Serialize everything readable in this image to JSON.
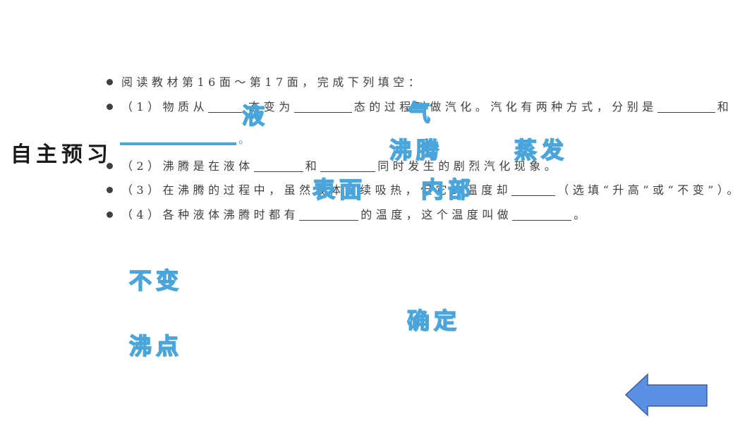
{
  "slide": {
    "title": "自主预习",
    "intro": "阅读教材第16面～第17面，完成下列填空：",
    "q1": {
      "t1": "（1）物质从",
      "t2": "态变为",
      "t3": "态的过程叫做汽化。汽化有两种方式，分别是",
      "t4": "和",
      "t5": "。"
    },
    "q2": {
      "t1": "（2）沸腾是在液体",
      "t2": "和",
      "t3": "同时发生的剧烈汽化现象。"
    },
    "q3": {
      "t1": "（3）在沸腾的过程中，虽然液体继续吸热，但它的温度却",
      "t2": "（选填“升高”或“不变”）。"
    },
    "q4": {
      "t1": "（4）各种液体沸腾时都有",
      "t2": "的温度，这个温度叫做",
      "t3": "。"
    }
  },
  "answers": [
    "液",
    "气",
    "沸腾",
    "蒸发",
    "表面",
    "内部",
    "不变",
    "确定",
    "沸点"
  ],
  "icons": {
    "bullet": "bullet-icon",
    "back": "left-arrow-icon"
  },
  "colors": {
    "background": "#ffffff",
    "title": "#1a1a1a",
    "text": "#404040",
    "answer_fill": "#d8eefa",
    "answer_stroke": "#4aa6da",
    "arrow_fill": "#5b8fe3",
    "arrow_stroke": "#3e5f96"
  }
}
